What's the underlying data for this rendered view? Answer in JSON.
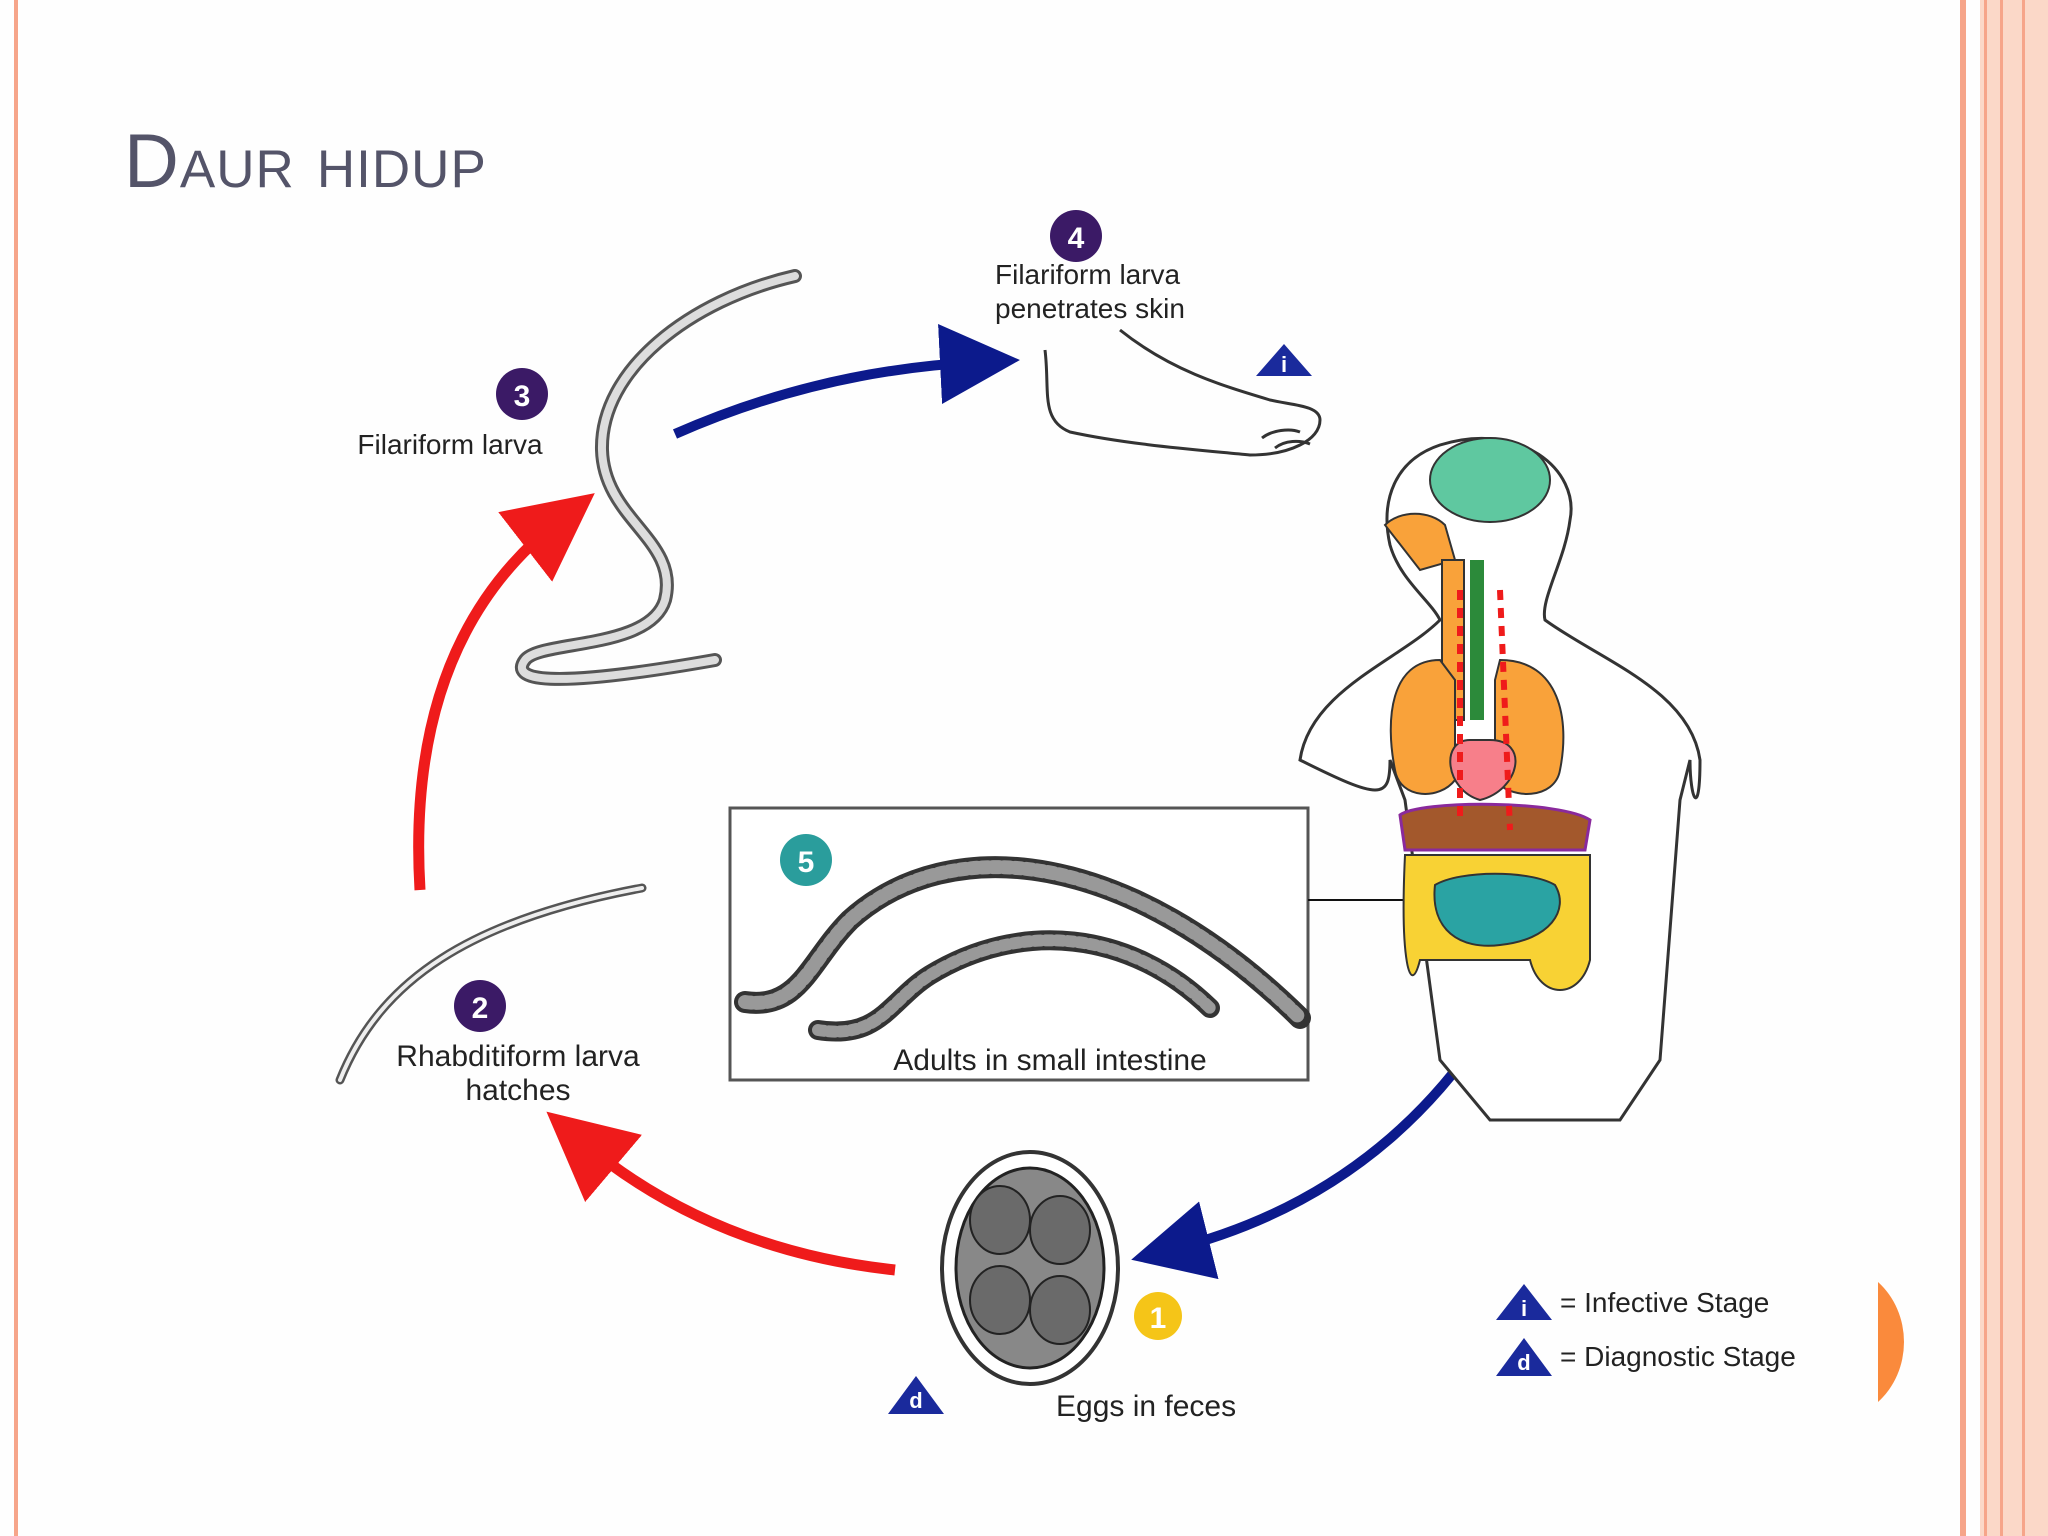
{
  "slide": {
    "title": "Daur hidup",
    "accent_color": "#f6a58a",
    "decor_color": "#fa8a3c"
  },
  "diagram": {
    "stages": [
      {
        "number": "1",
        "label_lines": [
          "Eggs in feces"
        ],
        "badge_color": "#f5c518",
        "marker": "d"
      },
      {
        "number": "2",
        "label_lines": [
          "Rhabditiform larva",
          "hatches"
        ],
        "badge_color": "#3b1a66"
      },
      {
        "number": "3",
        "label_lines": [
          "Filariform larva"
        ],
        "badge_color": "#3b1a66"
      },
      {
        "number": "4",
        "label_lines": [
          "Filariform larva",
          "penetrates skin"
        ],
        "badge_color": "#3b1a66",
        "marker": "i"
      },
      {
        "number": "5",
        "label_lines": [
          "Adults in small intestine"
        ],
        "badge_color": "#2a9d9c"
      }
    ],
    "legend": [
      {
        "marker": "i",
        "text": "= Infective Stage"
      },
      {
        "marker": "d",
        "text": "= Diagnostic Stage"
      }
    ],
    "colors": {
      "blue_arrow": "#0c1a8c",
      "red_arrow": "#ef1b1b",
      "marker_triangle": "#1a2a9c"
    }
  }
}
